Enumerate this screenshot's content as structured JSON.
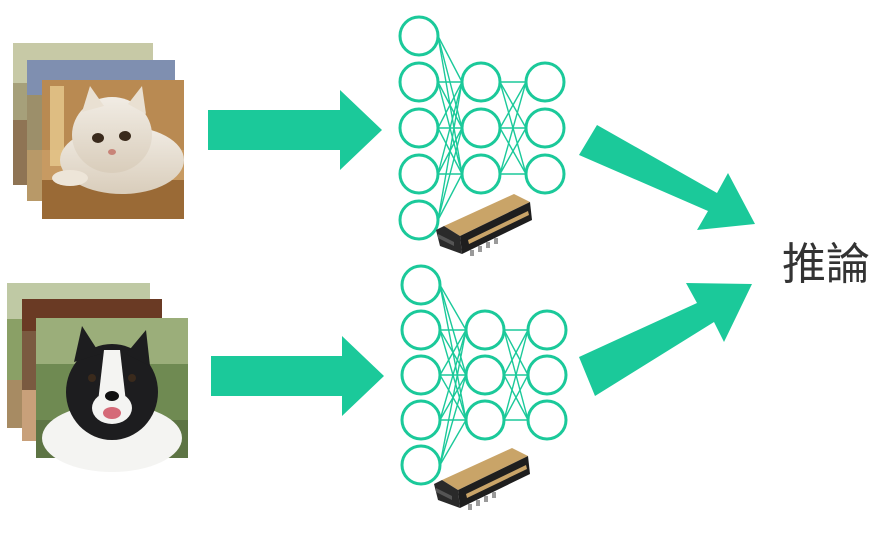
{
  "output_label": "推論",
  "colors": {
    "accent": "#1BC99A",
    "gpu_body": "#1e1e1e",
    "gpu_gold": "#c9a468"
  },
  "pipelines": [
    {
      "input_subject": "cat",
      "layers": [
        5,
        3,
        3
      ]
    },
    {
      "input_subject": "dog",
      "layers": [
        5,
        3,
        3
      ]
    }
  ]
}
